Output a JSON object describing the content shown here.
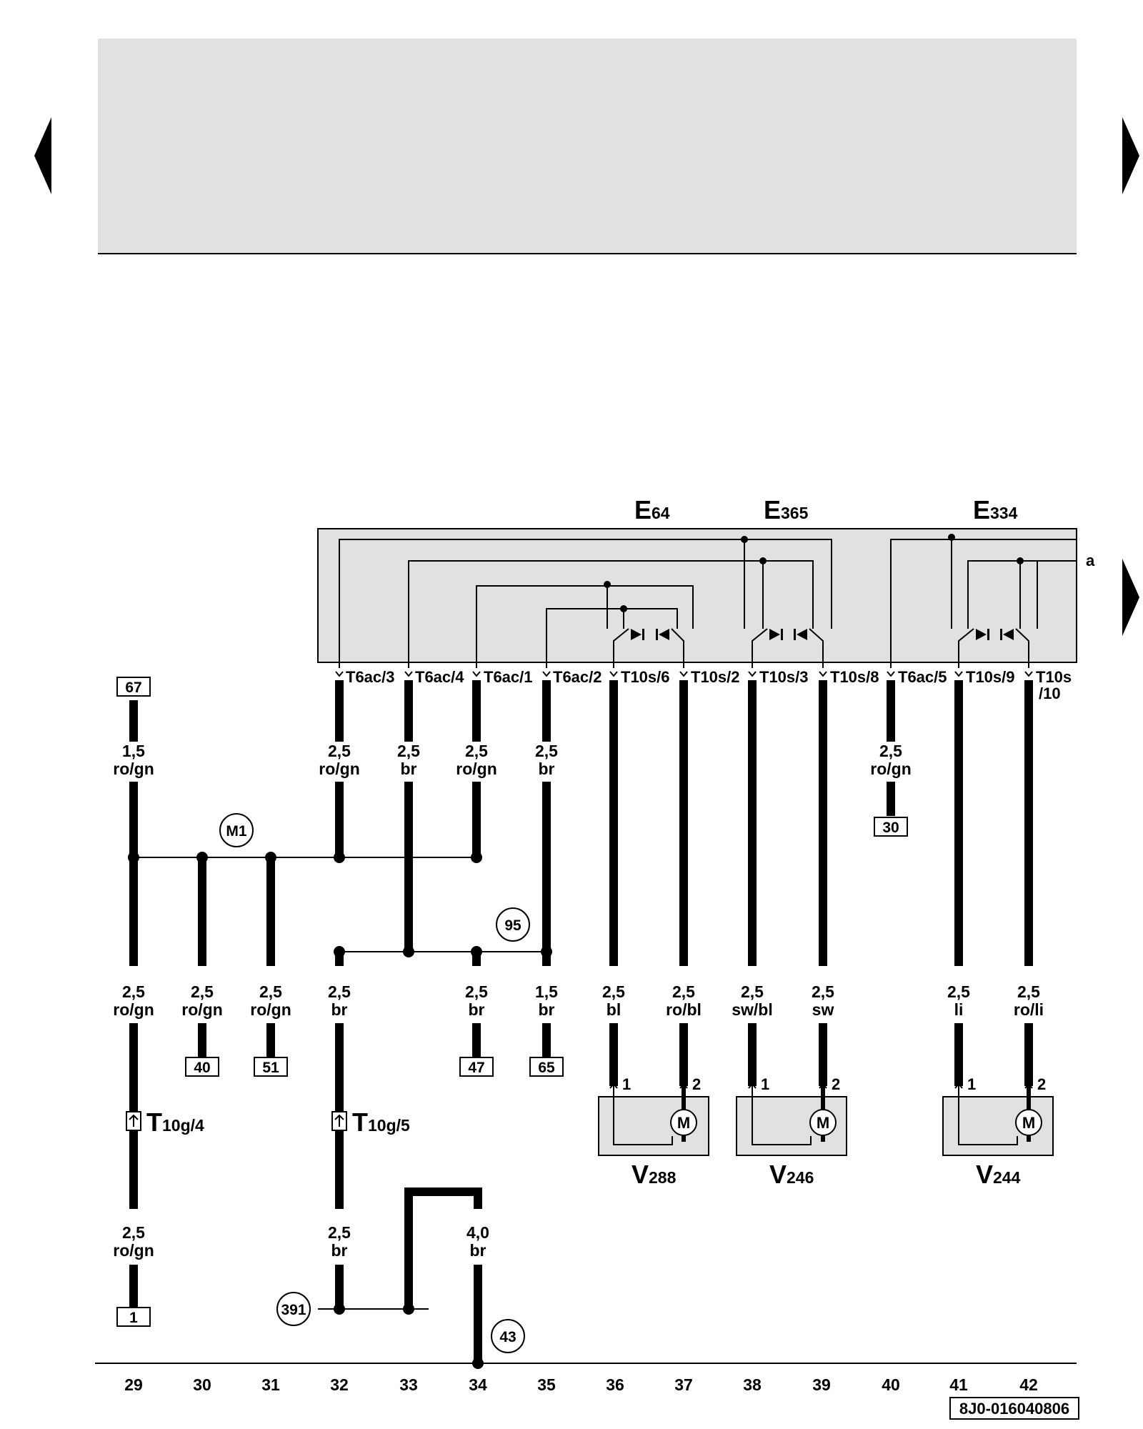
{
  "diagram": {
    "side_label_a": "a",
    "part_number": "8J0-016040806",
    "components": {
      "e64": {
        "letter": "E",
        "number": "64"
      },
      "e365": {
        "letter": "E",
        "number": "365"
      },
      "e334": {
        "letter": "E",
        "number": "334"
      },
      "v288": {
        "letter": "V",
        "number": "288",
        "motor": "M",
        "pin1": "1",
        "pin2": "2"
      },
      "v246": {
        "letter": "V",
        "number": "246",
        "motor": "M",
        "pin1": "1",
        "pin2": "2"
      },
      "v244": {
        "letter": "V",
        "number": "244",
        "motor": "M",
        "pin1": "1",
        "pin2": "2"
      }
    },
    "connectors": [
      "T6ac/3",
      "T6ac/4",
      "T6ac/1",
      "T6ac/2",
      "T10s/6",
      "T10s/2",
      "T10s/3",
      "T10s/8",
      "T6ac/5",
      "T10s/9",
      "T10s",
      "/10"
    ],
    "inline_connectors": {
      "t10g4": {
        "name": "T",
        "pin": "10g/4"
      },
      "t10g5": {
        "name": "T",
        "pin": "10g/5"
      }
    },
    "ground_points": {
      "m1": "M1",
      "g95": "95",
      "g391": "391",
      "g43": "43"
    },
    "refs": {
      "r67": "67",
      "r30": "30",
      "r40": "40",
      "r51": "51",
      "r47": "47",
      "r65": "65",
      "r1": "1"
    },
    "wires": {
      "w67": {
        "size": "1,5",
        "color": "ro/gn"
      },
      "w32a": {
        "size": "2,5",
        "color": "ro/gn"
      },
      "w33a": {
        "size": "2,5",
        "color": "br"
      },
      "w34a": {
        "size": "2,5",
        "color": "ro/gn"
      },
      "w35a": {
        "size": "2,5",
        "color": "br"
      },
      "w40": {
        "size": "2,5",
        "color": "ro/gn"
      },
      "w29b": {
        "size": "2,5",
        "color": "ro/gn"
      },
      "w30b": {
        "size": "2,5",
        "color": "ro/gn"
      },
      "w31b": {
        "size": "2,5",
        "color": "ro/gn"
      },
      "w32b": {
        "size": "2,5",
        "color": "br"
      },
      "w34b": {
        "size": "2,5",
        "color": "br"
      },
      "w35b": {
        "size": "1,5",
        "color": "br"
      },
      "w36": {
        "size": "2,5",
        "color": "bl"
      },
      "w37": {
        "size": "2,5",
        "color": "ro/bl"
      },
      "w38": {
        "size": "2,5",
        "color": "sw/bl"
      },
      "w39": {
        "size": "2,5",
        "color": "sw"
      },
      "w41": {
        "size": "2,5",
        "color": "li"
      },
      "w42": {
        "size": "2,5",
        "color": "ro/li"
      },
      "w29c": {
        "size": "2,5",
        "color": "ro/gn"
      },
      "w32c": {
        "size": "2,5",
        "color": "br"
      },
      "w34c": {
        "size": "4,0",
        "color": "br"
      }
    },
    "columns": [
      "29",
      "30",
      "31",
      "32",
      "33",
      "34",
      "35",
      "36",
      "37",
      "38",
      "39",
      "40",
      "41",
      "42"
    ]
  }
}
